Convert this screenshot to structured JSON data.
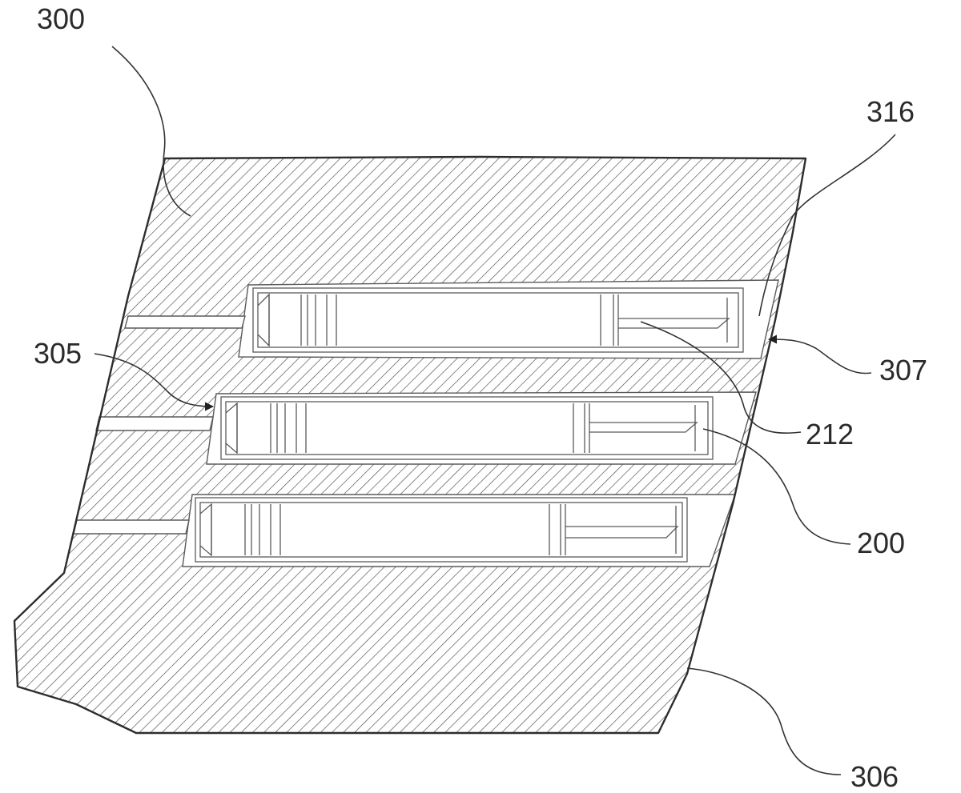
{
  "figure": {
    "labels": {
      "block_body": "300",
      "bore_surface": "316",
      "inner_stop": "305",
      "front_face": "307",
      "tip_element": "212",
      "cartridge": "200",
      "rear_face": "306"
    },
    "colors": {
      "hatch_line": "#4a4a4a",
      "outline": "#2d2d2d",
      "background": "#ffffff"
    }
  }
}
